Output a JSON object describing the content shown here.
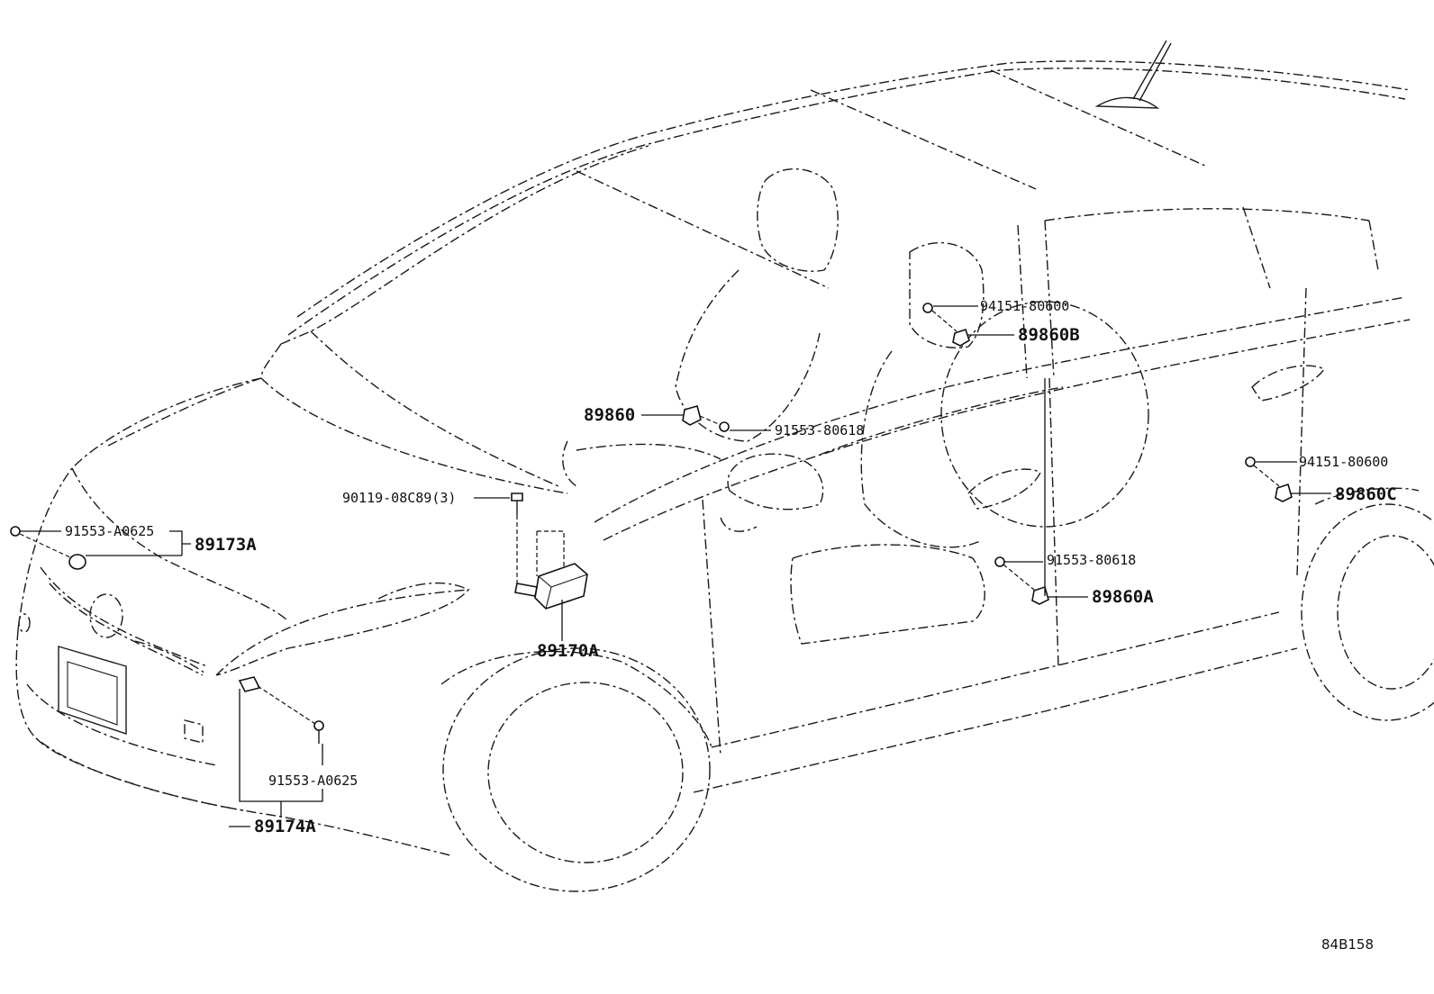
{
  "diagram": {
    "labels": {
      "l_94151_80600_top": "94151-80600",
      "l_89860B": "89860B",
      "l_89860": "89860",
      "l_91553_80618_top": "91553-80618",
      "l_94151_80600_right": "94151-80600",
      "l_89860C": "89860C",
      "l_90119": "90119-08C89(3)",
      "l_91553_A0625_left": "91553-A0625",
      "l_89173A": "89173A",
      "l_91553_80618_bottom": "91553-80618",
      "l_89860A": "89860A",
      "l_89170A": "89170A",
      "l_91553_A0625_bottom": "91553-A0625",
      "l_89174A": "89174A"
    },
    "drawing_code": "84B158"
  }
}
